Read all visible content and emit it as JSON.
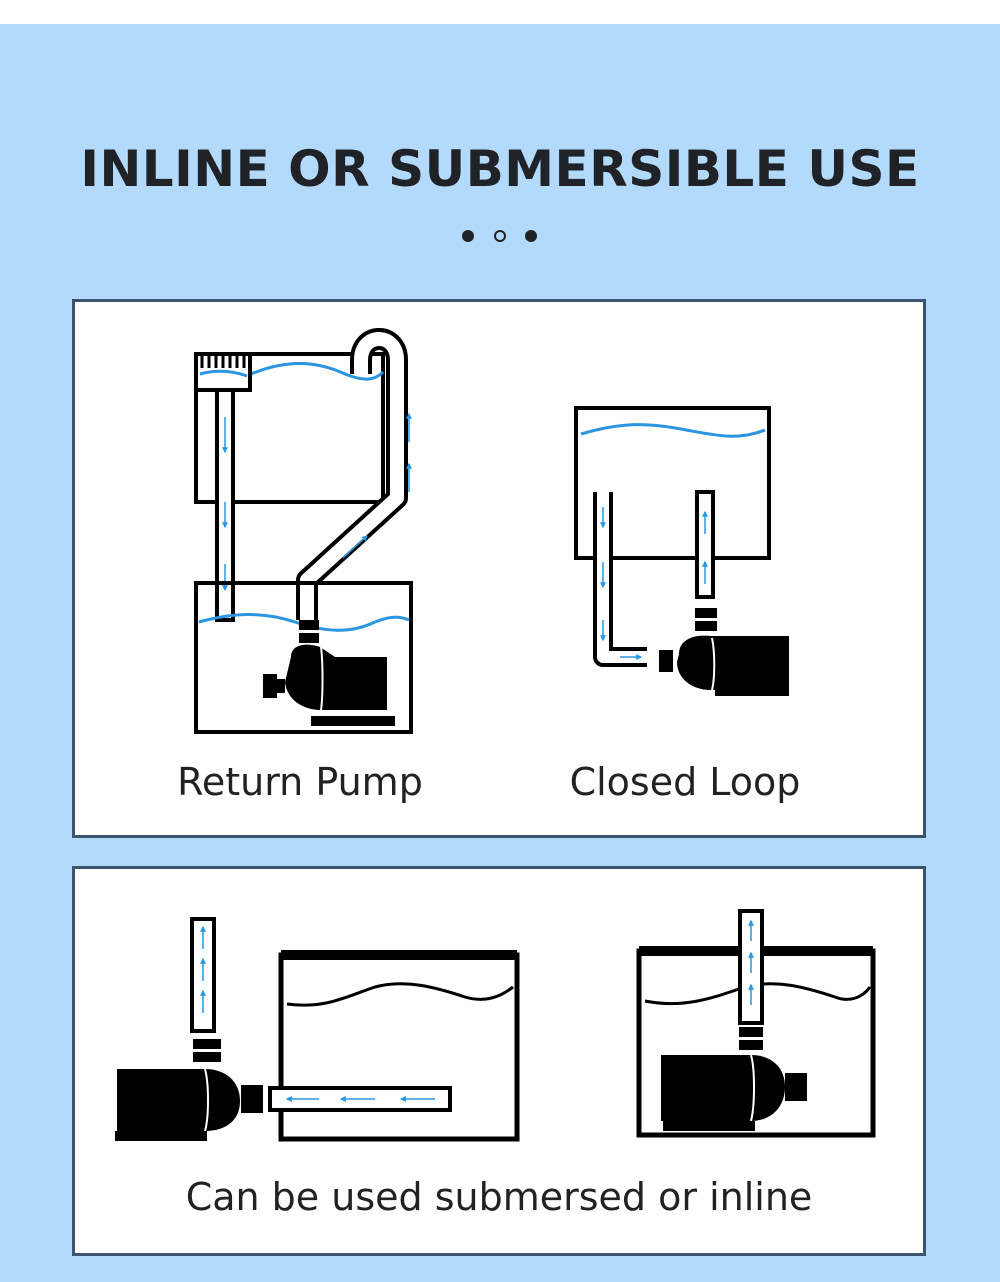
{
  "page": {
    "title": "INLINE OR SUBMERSIBLE USE",
    "pager_dots": [
      "filled",
      "hollow",
      "filled"
    ]
  },
  "panels": [
    {
      "captions": [
        "Return Pump",
        "Closed Loop"
      ]
    },
    {
      "captions": [
        "Can be used submersed or inline"
      ]
    }
  ],
  "colors": {
    "background": "#b3d9fb",
    "water_line": "#2a95e0",
    "flow_arrow": "#2a95e0",
    "panel_border": "#3d5470",
    "ink": "#000000"
  },
  "icons": [
    "pump-icon",
    "tank-icon",
    "pipe-icon",
    "flow-arrow-icon"
  ]
}
